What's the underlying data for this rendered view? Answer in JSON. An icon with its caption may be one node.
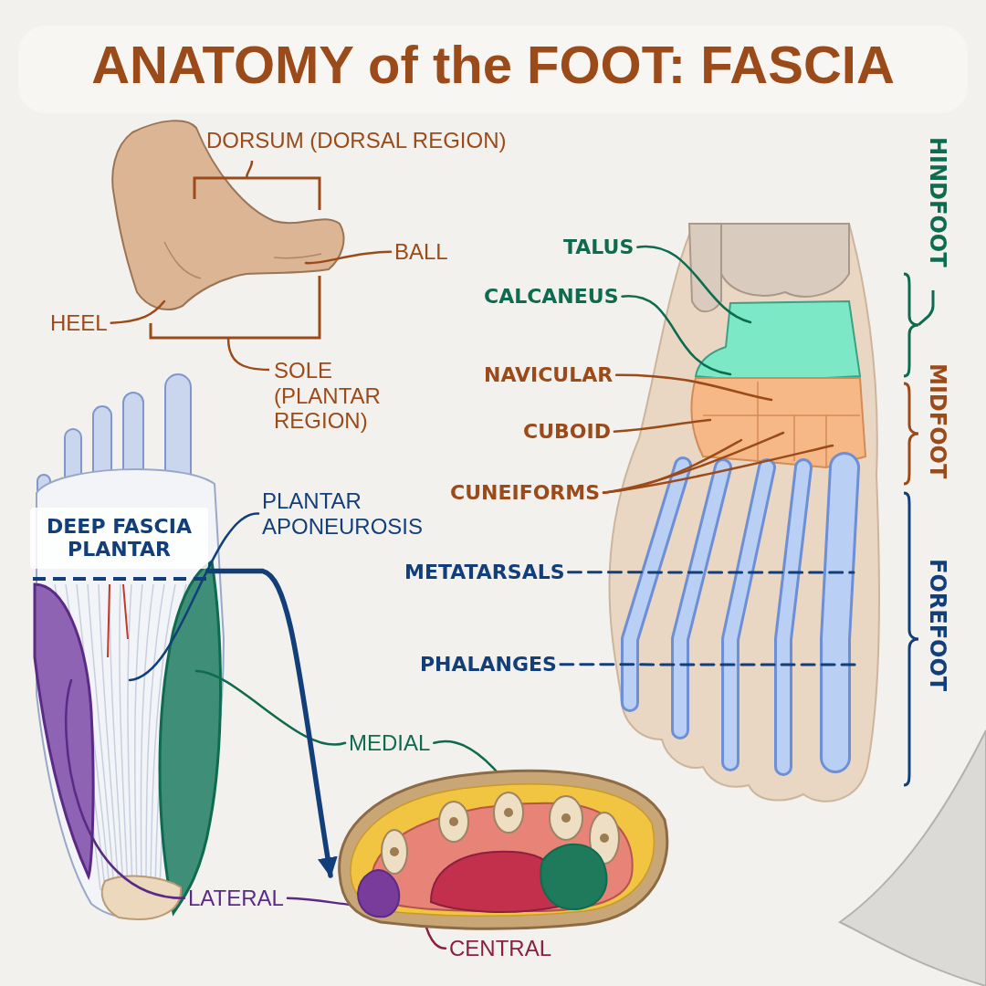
{
  "diagram": {
    "title": "ANATOMY of the FOOT: FASCIA",
    "nodes": [
      {
        "text": [
          "HEEL"
        ]
      },
      {
        "text": [
          "BALL"
        ]
      },
      {
        "text": [
          "TALUS"
        ]
      },
      {
        "text": [
          "CALCANEUS"
        ]
      },
      {
        "text": [
          "NAVICULAR"
        ]
      },
      {
        "text": [
          "CUBOID"
        ]
      },
      {
        "text": [
          "CUNEIFORMS"
        ]
      },
      {
        "text": [
          "METATARSALS"
        ]
      },
      {
        "text": [
          "PHALANGES"
        ]
      },
      {
        "text": [
          "PLANTAR APONEUROSIS"
        ]
      },
      {
        "text": [
          "MEDIAL"
        ]
      },
      {
        "text": [
          "LATERAL"
        ]
      },
      {
        "text": [
          "CENTRAL"
        ]
      },
      {
        "text": [
          "DEEP FASCIA PLANTAR"
        ]
      },
      {
        "text": [],
        "shape": "picture"
      },
      {
        "text": [],
        "shape": "picture"
      }
    ],
    "edges": [
      {
        "from": 0,
        "to": 15,
        "arrow": "none"
      },
      {
        "from": 1,
        "to": 15,
        "arrow": "none"
      },
      {
        "from": 2,
        "to": null,
        "arrow": "none",
        "color": "#0f6b4f"
      },
      {
        "from": 3,
        "to": null,
        "arrow": "none",
        "color": "#0f6b4f"
      },
      {
        "from": 4,
        "to": null,
        "arrow": "none"
      },
      {
        "from": 5,
        "to": null,
        "arrow": "none"
      },
      {
        "from": 6,
        "to": null,
        "arrow": "none"
      },
      {
        "from": 6,
        "to": null,
        "arrow": "none"
      },
      {
        "from": 6,
        "to": null,
        "arrow": "none"
      },
      {
        "from": 7,
        "to": null,
        "arrow": "none",
        "style": "dashed",
        "color": "#123f7a"
      },
      {
        "from": 8,
        "to": null,
        "arrow": "none",
        "style": "dashed",
        "color": "#123f7a"
      },
      {
        "from": 9,
        "to": null,
        "arrow": "none",
        "color": "#123f7a"
      },
      {
        "from": 10,
        "to": null,
        "arrow": "none",
        "color": "#0f6b4f"
      },
      {
        "from": 10,
        "to": 14,
        "arrow": "none",
        "color": "#0f6b4f"
      },
      {
        "from": 11,
        "to": null,
        "arrow": "none",
        "color": "#5b2a86"
      },
      {
        "from": 11,
        "to": 14,
        "arrow": "none",
        "color": "#5b2a86"
      },
      {
        "from": 12,
        "to": 14,
        "arrow": "none",
        "color": "#8a1f3f"
      },
      {
        "from": 13,
        "to": 14,
        "arrow": "to",
        "style": "thick",
        "color": "#123f7a"
      }
    ],
    "labels": [
      "DORSUM (DORSAL REGION)",
      "SOLE (PLANTAR REGION)",
      "HINDFOOT",
      "MIDFOOT",
      "FOREFOOT"
    ]
  }
}
